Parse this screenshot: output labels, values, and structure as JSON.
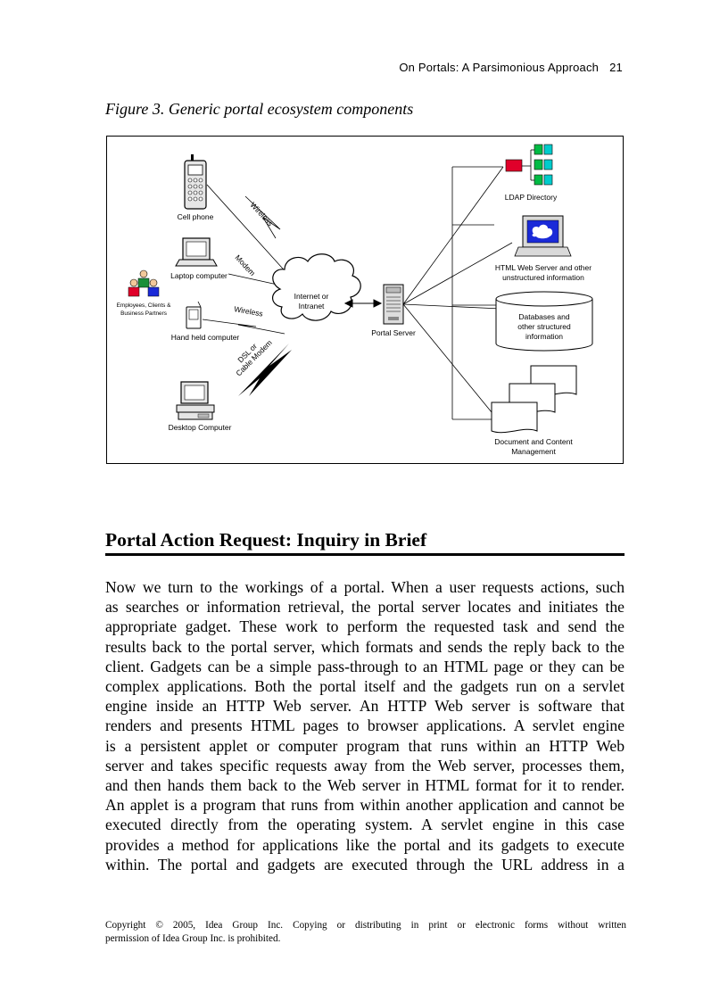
{
  "header": {
    "running_title": "On Portals: A Parsimonious Approach",
    "page_number": "21"
  },
  "figure": {
    "caption": "Figure 3. Generic portal ecosystem components",
    "labels": {
      "cell_phone": "Cell phone",
      "wireless_top": "Wireless",
      "laptop": "Laptop computer",
      "modem": "Modem",
      "employees_1": "Employees, Clients &",
      "employees_2": "Business Partners",
      "wireless_mid": "Wireless",
      "handheld": "Hand held computer",
      "dsl_1": "DSL or",
      "dsl_2": "Cable Modem",
      "desktop": "Desktop Computer",
      "internet_1": "Internet or",
      "internet_2": "Intranet",
      "portal_server": "Portal Server",
      "ldap": "LDAP Directory",
      "html_server_1": "HTML Web Server and other",
      "html_server_2": "unstructured information",
      "databases_1": "Databases and",
      "databases_2": "other structured",
      "databases_3": "information",
      "documents_1": "Document and Content",
      "documents_2": "Management"
    }
  },
  "section": {
    "title": "Portal Action Request: Inquiry in Brief"
  },
  "body": {
    "lines": [
      "Now we turn to the workings of a portal. When a user requests actions, such",
      "as searches or information retrieval, the portal server locates and initiates the",
      "appropriate gadget. These work to perform the requested task and send the",
      "results back to the portal server, which formats and sends the reply back to the",
      "client. Gadgets can be a simple pass-through to an HTML page or they can be",
      "complex applications. Both the portal itself and the gadgets run on a servlet",
      "engine inside an HTTP Web server. An HTTP Web server is software that",
      "renders and presents HTML pages to browser applications. A servlet engine",
      "is a persistent applet or computer program that runs within an HTTP Web",
      "server and takes specific requests away from the Web server, processes them,",
      "and then hands them back to the Web server in HTML format for it to render.",
      "An applet is a program that runs from within another application and cannot be",
      "executed directly from the operating system. A servlet engine in this case",
      "provides a method for applications like the portal and its gadgets to execute",
      "within. The portal and gadgets are executed through the URL address in a"
    ]
  },
  "footer": {
    "copyright_line1": "Copyright © 2005, Idea Group Inc. Copying or distributing in print or electronic forms without written",
    "copyright_line2": "permission of Idea Group Inc. is prohibited."
  }
}
